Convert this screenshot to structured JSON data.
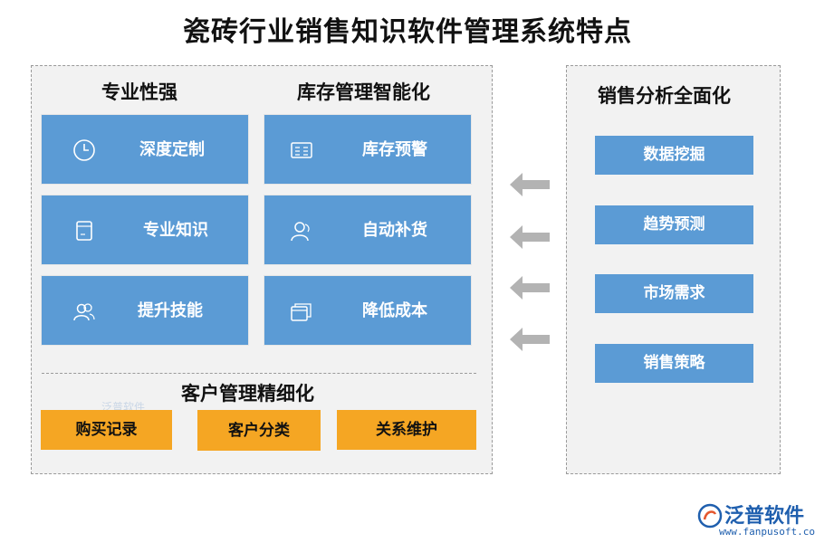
{
  "title": "瓷砖行业销售知识软件管理系统特点",
  "left_panel": {
    "professional": {
      "title": "专业性强",
      "items": [
        {
          "label": "深度定制",
          "icon": "clock-icon"
        },
        {
          "label": "专业知识",
          "icon": "document-icon"
        },
        {
          "label": "提升技能",
          "icon": "users-icon"
        }
      ]
    },
    "inventory": {
      "title": "库存管理智能化",
      "items": [
        {
          "label": "库存预警",
          "icon": "ledger-icon"
        },
        {
          "label": "自动补货",
          "icon": "user-icon"
        },
        {
          "label": "降低成本",
          "icon": "cards-icon"
        }
      ]
    },
    "customer": {
      "title": "客户管理精细化",
      "items": [
        "购买记录",
        "客户分类",
        "关系维护"
      ]
    }
  },
  "right_panel": {
    "title": "销售分析全面化",
    "items": [
      "数据挖掘",
      "趋势预测",
      "市场需求",
      "销售策略"
    ]
  },
  "watermark": "泛普软件",
  "brand": {
    "name": "泛普软件",
    "url": "www.fanpusoft.com"
  },
  "colors": {
    "blue": "#5b9bd5",
    "orange": "#f5a623",
    "panel": "#f2f2f2",
    "arrow": "#b3b3b3",
    "brand": "#1f5fae"
  }
}
